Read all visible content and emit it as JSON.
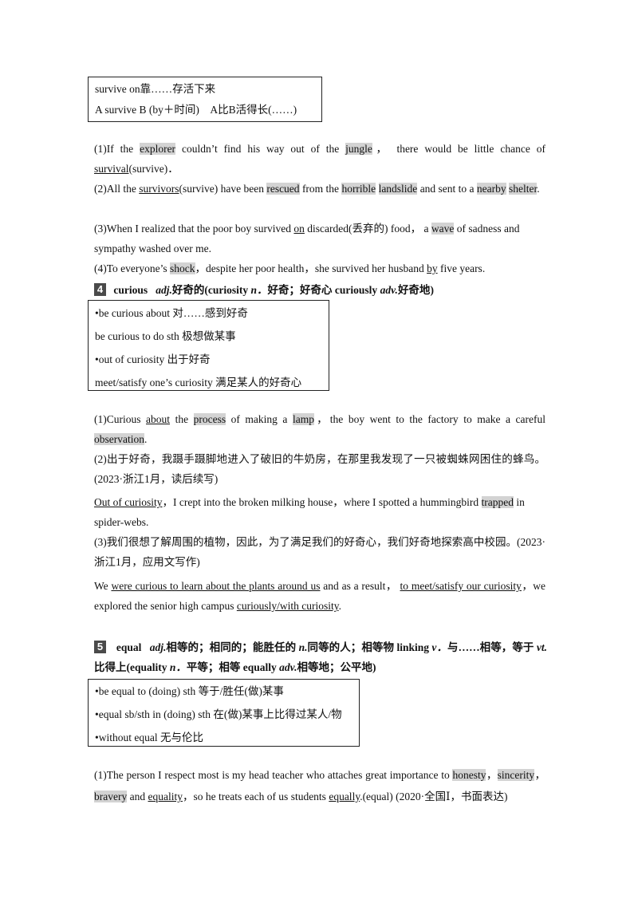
{
  "survive_box": {
    "line1": "survive on靠……存活下来",
    "line2": "A survive B (by＋时间)　A比B活得长(……)"
  },
  "survive_ex": {
    "e1_a": "(1)If the ",
    "e1_w1": "explorer",
    "e1_b": " couldn’t find his way out of the ",
    "e1_w2": "jungle",
    "e1_c": "， there would be little chance of ",
    "e1_ans": "survival",
    "e1_d": "(survive)．",
    "e2_a": "(2)All the ",
    "e2_ans": "survivors",
    "e2_b": "(survive) have been ",
    "e2_w1": "rescued",
    "e2_c": " from the ",
    "e2_w2": "horrible",
    "e2_w3": "landslide",
    "e2_d": " and sent to a ",
    "e2_w4": "nearby",
    "e2_w5": "shelter",
    "e2_e": ".",
    "e3_a": "(3)When I realized that the poor boy survived ",
    "e3_ans": "on",
    "e3_b": " discarded(丢弃的) food， a ",
    "e3_w1": "wave",
    "e3_c": " of sadness and sympathy washed over me.",
    "e4_a": "(4)To everyone’s ",
    "e4_w1": "shock",
    "e4_b": "，despite her poor health，she survived her husband ",
    "e4_ans": "by",
    "e4_c": " five years."
  },
  "curious": {
    "num": "4",
    "word": "curious",
    "pos1": "adj.",
    "def1": "好奇的",
    "paren_open": "(",
    "word2": "curiosity",
    "pos2": "n．",
    "def2": "好奇；好奇心",
    "word3": "curiously",
    "pos3": "adv.",
    "def3": "好奇地",
    "paren_close": ")",
    "box": [
      "•be curious about 对……感到好奇",
      "be curious to do sth 极想做某事",
      "•out of curiosity 出于好奇",
      "meet/satisfy one’s curiosity 满足某人的好奇心"
    ]
  },
  "curious_ex": {
    "e1_a": "(1)Curious ",
    "e1_ans": "about",
    "e1_b": " the ",
    "e1_w1": "process",
    "e1_c": " of making a ",
    "e1_w2": "lamp",
    "e1_d": "，the boy went to the factory to make a careful ",
    "e1_w3": "observation",
    "e1_e": ".",
    "e2_cn": "(2)出于好奇，我蹑手蹑脚地进入了破旧的牛奶房，在那里我发现了一只被蜘蛛网困住的蜂鸟。(2023·浙江1月，读后续写)",
    "e2_ans": "Out of curiosity",
    "e2_b": "，I crept into the broken milking house，where I spotted a hummingbird ",
    "e2_w1": "trapped",
    "e2_c": " in spider-webs.",
    "e3_cn": "(3)我们很想了解周围的植物，因此，为了满足我们的好奇心，我们好奇地探索高中校园。(2023·浙江1月，应用文写作)",
    "e3_a": "We ",
    "e3_ans1": "were curious to learn about the plants around us",
    "e3_b": " and as a result， ",
    "e3_ans2": "to meet/satisfy our curiosity",
    "e3_c": "，we explored the senior high campus ",
    "e3_ans3": "curiously/with curiosity",
    "e3_d": "."
  },
  "equal": {
    "num": "5",
    "word": "equal",
    "pos1": "adj.",
    "def1": "相等的；相同的；能胜任的 ",
    "pos2": "n.",
    "def2": "同等的人；相等物 ",
    "linking": "linking",
    "pos3": "v．",
    "def3": "与……相等，等于 ",
    "pos4": "vt.",
    "def4": "比得上(",
    "word2": "equality",
    "pos5": "n．",
    "def5": "平等；相等 ",
    "word3": "equally",
    "pos6": "adv.",
    "def6": "相等地；公平地)",
    "box": [
      "•be equal to (doing) sth 等于/胜任(做)某事",
      "•equal sb/sth in (doing) sth 在(做)某事上比得过某人/物",
      "•without equal 无与伦比"
    ]
  },
  "equal_ex": {
    "e1_a": "(1)The person I respect most is my head teacher who attaches great importance to ",
    "e1_w1": "honesty",
    "e1_b": "，",
    "e1_w2": "sincerity",
    "e1_c": "，",
    "e1_w3": "bravery",
    "e1_d": " and ",
    "e1_ans1": "equality",
    "e1_e": "，so he treats each of us students ",
    "e1_ans2": "equally",
    "e1_f": ".(equal) (2020·全国Ⅰ，书面表达)"
  }
}
